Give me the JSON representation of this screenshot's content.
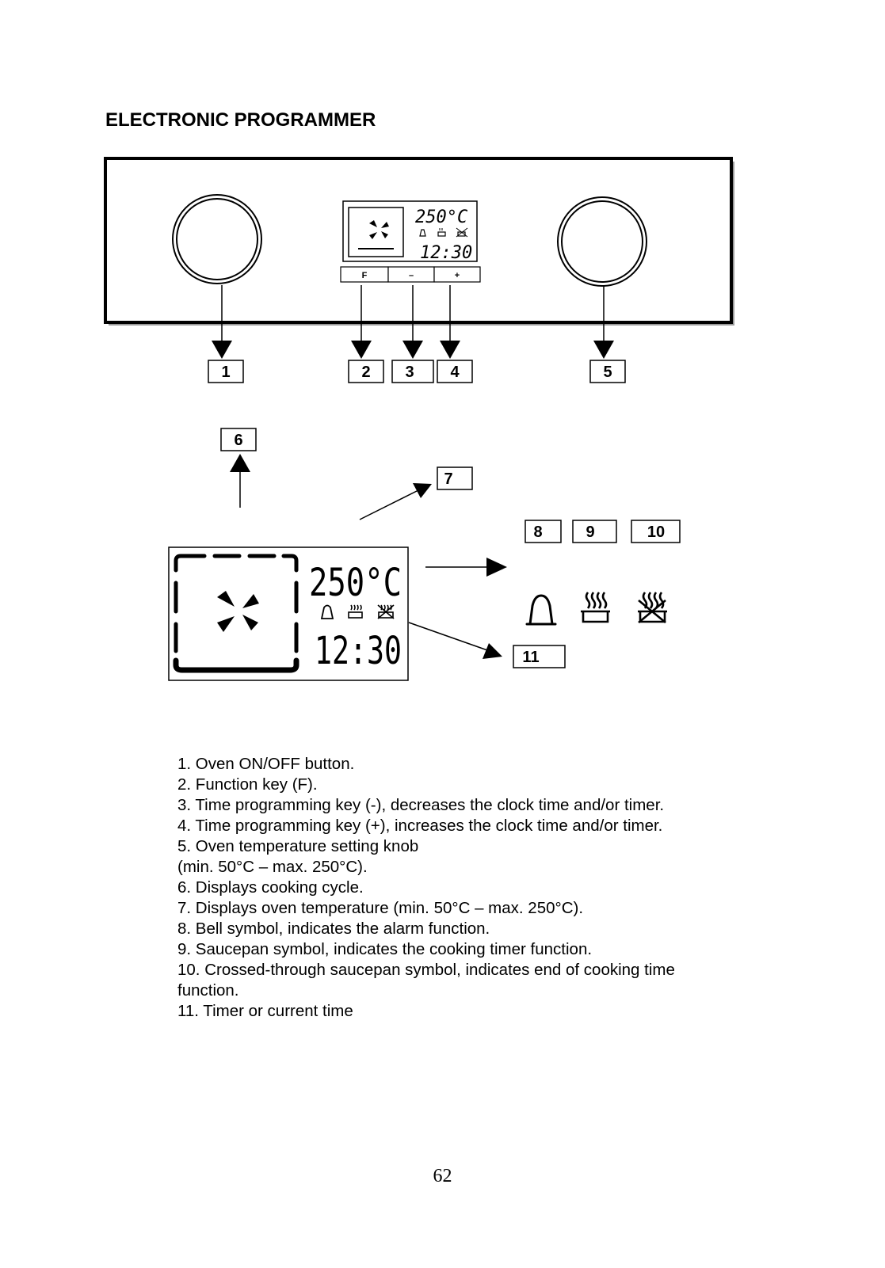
{
  "title": "ELECTRONIC PROGRAMMER",
  "panel": {
    "display_temp": "250°C",
    "display_time": "12:30",
    "buttons": [
      "F",
      "–",
      "+"
    ]
  },
  "callouts": {
    "c1": "1",
    "c2": "2",
    "c3": "3",
    "c4": "4",
    "c5": "5",
    "c6": "6",
    "c7": "7",
    "c8": "8",
    "c9": "9",
    "c10": "10",
    "c11": "11"
  },
  "symbols": [
    "bell-icon",
    "saucepan-icon",
    "crossed-saucepan-icon"
  ],
  "descriptions": [
    "1. Oven ON/OFF button.",
    "2. Function key (F).",
    "3. Time programming key (-), decreases the clock time and/or timer.",
    "4. Time programming key (+), increases the clock time and/or timer.",
    "5. Oven temperature setting knob",
    "(min. 50°C – max. 250°C).",
    "6. Displays cooking cycle.",
    "7. Displays oven temperature (min. 50°C – max. 250°C).",
    "8. Bell symbol, indicates the alarm function.",
    "9. Saucepan symbol, indicates the cooking timer function.",
    "10. Crossed-through saucepan symbol, indicates end of cooking time",
    "function.",
    "11. Timer or current time"
  ],
  "page_number": "62"
}
